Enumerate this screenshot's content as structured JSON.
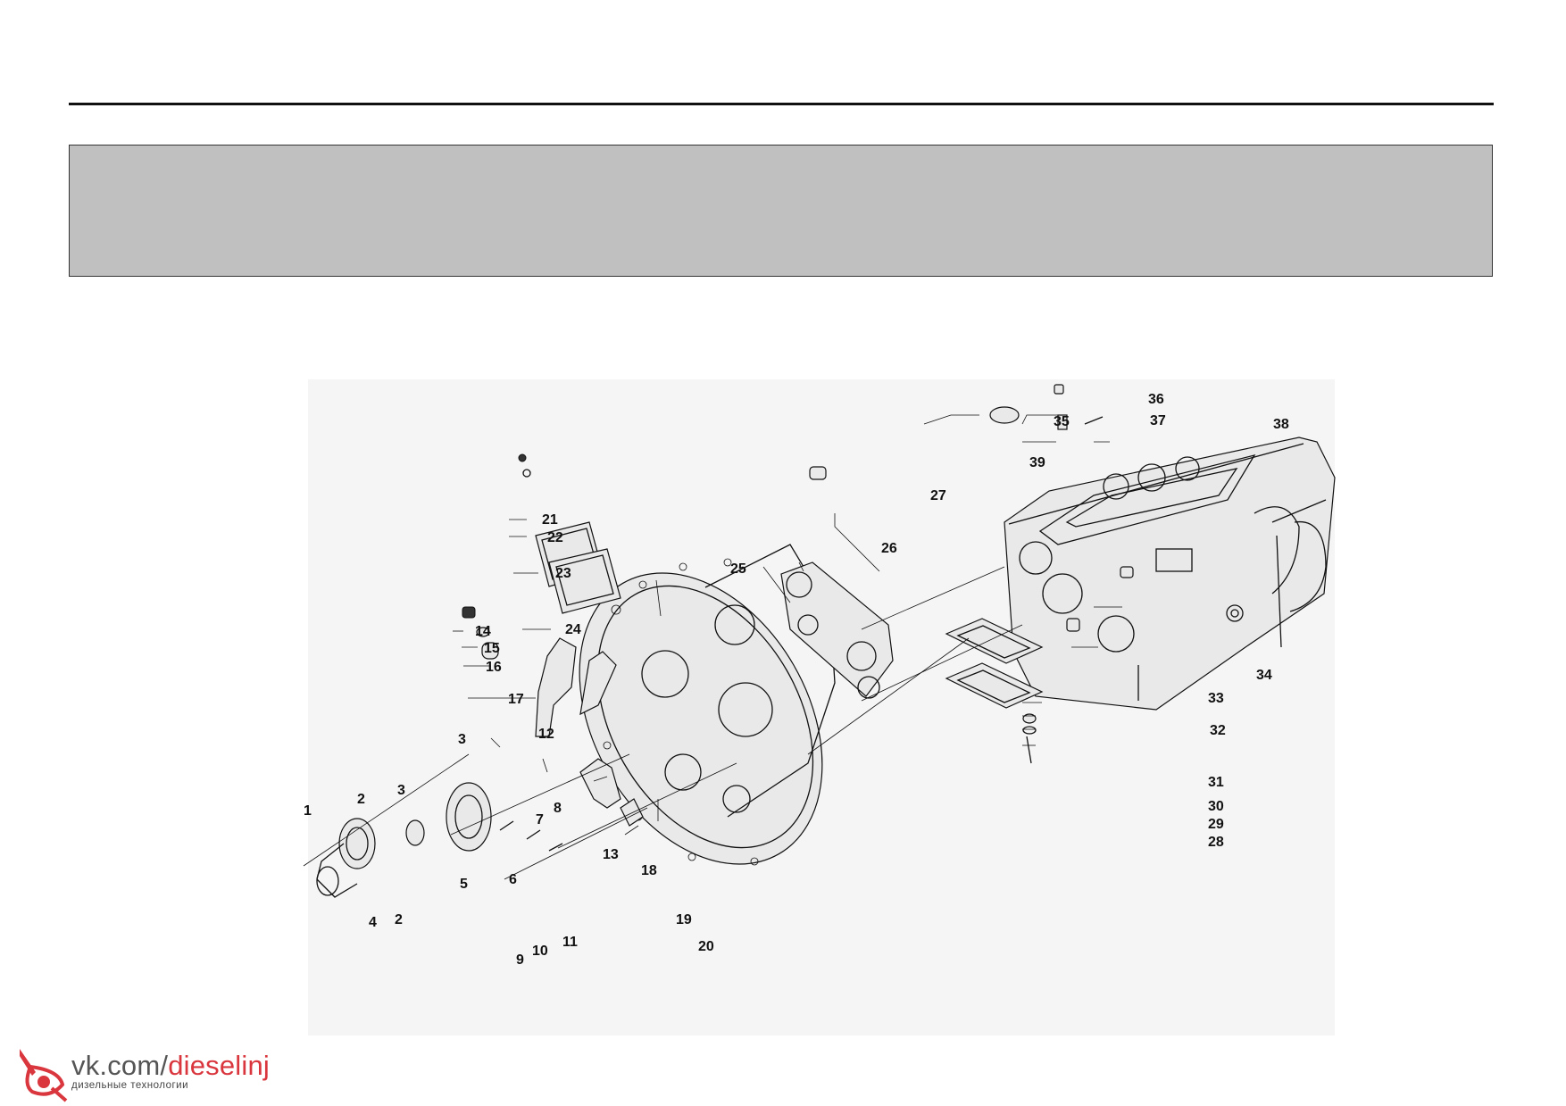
{
  "diagram": {
    "callouts": {
      "c1": "1",
      "c2a": "2",
      "c2b": "2",
      "c3": "3",
      "c3b": "3",
      "c4": "4",
      "c5": "5",
      "c6": "6",
      "c7": "7",
      "c8": "8",
      "c9": "9",
      "c10": "10",
      "c11": "11",
      "c12": "12",
      "c13": "13",
      "c14": "14",
      "c15": "15",
      "c16": "16",
      "c17": "17",
      "c18": "18",
      "c19": "19",
      "c20": "20",
      "c21": "21",
      "c22": "22",
      "c23": "23",
      "c24": "24",
      "c25": "25",
      "c26": "26",
      "c27": "27",
      "c28": "28",
      "c29": "29",
      "c30": "30",
      "c31": "31",
      "c32": "32",
      "c33": "33",
      "c34": "34",
      "c35": "35",
      "c36": "36",
      "c37": "37",
      "c38": "38",
      "c39": "39"
    }
  },
  "watermark": {
    "main_prefix": "vk.com/",
    "main_accent": "dieselinj",
    "subtitle": "дизельные технологии",
    "accent_color": "#d9363e",
    "icon": "fuel-injector-icon"
  }
}
